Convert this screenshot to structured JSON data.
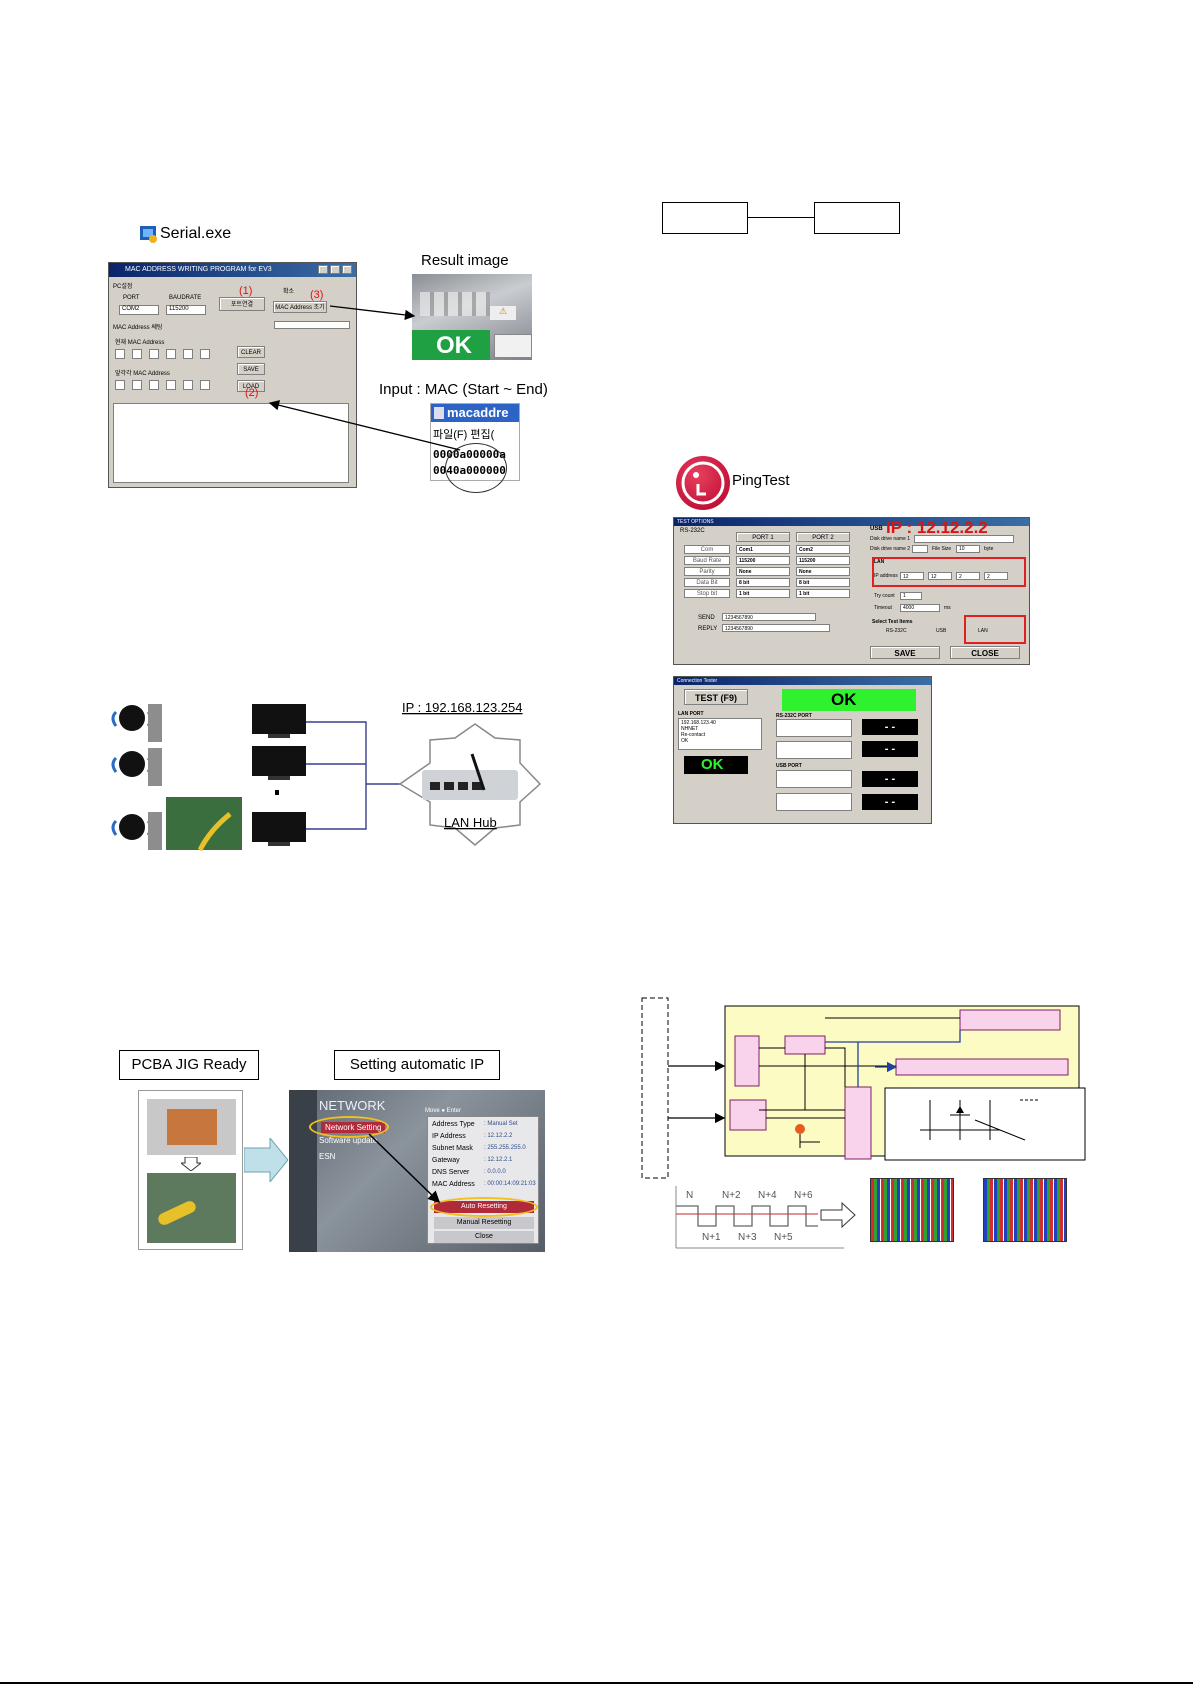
{
  "serial": {
    "exe_label": "Serial.exe",
    "window_title": "MAC ADDRESS WRITING PROGRAM for EV3",
    "pc_group": "PC설정",
    "port_label": "PORT",
    "baudrate_label": "BAUDRATE",
    "port_value": "COM2",
    "baud_value": "115200",
    "connect_btn": "포트연결",
    "step1": "(1)",
    "step2": "(2)",
    "step3": "(3)",
    "small_label": "확소",
    "mac_check_btn": "MAC Address 조기",
    "mac_setting": "MAC Address 쎄팅",
    "current_mac": "현재 MAC Address",
    "next_mac": "앞각각 MAC Address",
    "clear_btn": "CLEAR",
    "save_btn": "SAVE",
    "load_btn": "LOAD"
  },
  "result": {
    "title": "Result image",
    "ok": "OK"
  },
  "input": {
    "title": "Input : MAC (Start ~ End)",
    "file_title": "macaddre",
    "menu": "파일(F)  편집(",
    "line1": "0000a00000a",
    "line2": "0040a000000"
  },
  "pingtest": {
    "brand": "PingTest",
    "options_title": "TEST OPTIONS",
    "rs232c": "RS-232C",
    "port1": "PORT 1",
    "port2": "PORT 2",
    "rows": [
      {
        "label": "Com",
        "p1": "Com1",
        "p2": "Com2"
      },
      {
        "label": "Baud Rate",
        "p1": "115200",
        "p2": "115200"
      },
      {
        "label": "Parity",
        "p1": "None",
        "p2": "None"
      },
      {
        "label": "Data Bit",
        "p1": "8 bit",
        "p2": "8 bit"
      },
      {
        "label": "Stop bit",
        "p1": "1 bit",
        "p2": "1 bit"
      }
    ],
    "send": "SEND",
    "reply": "REPLY",
    "send_value": "1234567890",
    "reply_value": "1234567890",
    "usb": "USB",
    "usb_drive1": "Disk drive name 1",
    "usb_drive2": "Disk drive name 2",
    "file_size": "File Size",
    "file_size_value": "10",
    "bytes": "byte",
    "ip_overlay": "IP : 12.12.2.2",
    "lan": "LAN",
    "ip_address": "IP address",
    "ip_parts": [
      "12",
      "12",
      "2",
      "2"
    ],
    "try_count": "Try count",
    "try_value": "1",
    "timeout": "Timeout",
    "timeout_value": "4000",
    "ms": "ms",
    "select_test": "Select Test Items",
    "chk_rs232c": "RS-232C",
    "chk_usb": "USB",
    "chk_lan": "LAN",
    "save": "SAVE",
    "close": "CLOSE",
    "test_title": "Connection Tester",
    "test_btn": "TEST (F9)",
    "ok_big": "OK",
    "lan_port": "LAN PORT",
    "lan_log": [
      "192.168.123.40",
      "NHNET",
      "Re-contact",
      "OK"
    ],
    "ok_small": "OK",
    "rs232_port": "RS-232C PORT",
    "usb_port": "USB PORT",
    "dash": "- -"
  },
  "network": {
    "ip_label": "IP : 192.168.123.254",
    "hub_label": "LAN Hub"
  },
  "pcba": {
    "jig_ready": "PCBA JIG Ready",
    "auto_ip": "Setting automatic IP",
    "menu_title": "NETWORK",
    "move_enter": "Move  ● Enter",
    "menu_items": [
      "Network Setting",
      "Software update",
      "ESN"
    ],
    "info_rows": [
      {
        "k": "Address Type",
        "v": ": Manual Set"
      },
      {
        "k": "IP Address",
        "v": ": 12.12.2.2"
      },
      {
        "k": "Subnet Mask",
        "v": ": 255.255.255.0"
      },
      {
        "k": "Gateway",
        "v": ": 12.12.2.1"
      },
      {
        "k": "DNS Server",
        "v": ": 0.0.0.0"
      },
      {
        "k": "MAC Address",
        "v": ": 00:00:14:09:21:03"
      }
    ],
    "auto_reset": "Auto Resetting",
    "manual_reset": "Manual Resetting",
    "close": "Close"
  },
  "waveform": {
    "top_labels": [
      "N",
      "N+2",
      "N+4",
      "N+6"
    ],
    "bottom_labels": [
      "N+1",
      "N+3",
      "N+5"
    ]
  }
}
